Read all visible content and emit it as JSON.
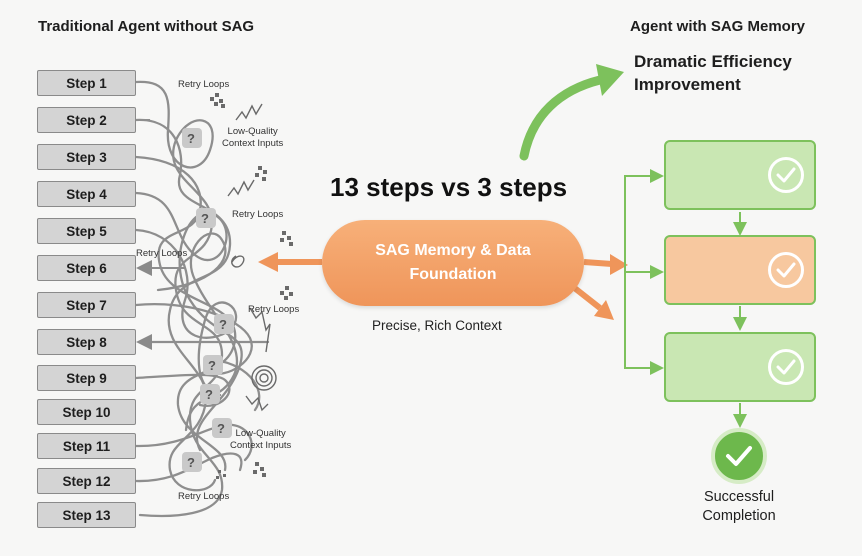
{
  "left_title": "Traditional Agent without SAG",
  "right_title": "Agent with SAG Memory",
  "steps": [
    "Step 1",
    "Step 2",
    "Step 3",
    "Step 4",
    "Step 5",
    "Step 6",
    "Step 7",
    "Step 8",
    "Step 9",
    "Step 10",
    "Step 11",
    "Step 12",
    "Step 13"
  ],
  "annotations": {
    "retry_loops": "Retry Loops",
    "low_quality": "Low-Quality\nContext Inputs"
  },
  "headline": "13 steps vs 3 steps",
  "center": {
    "line1": "SAG Memory & Data",
    "line2": "Foundation",
    "subtitle": "Precise, Rich Context"
  },
  "efficiency": {
    "line1": "Dramatic Efficiency",
    "line2": "Improvement"
  },
  "completion": {
    "line1": "Successful",
    "line2": "Completion"
  },
  "colors": {
    "green": "#7dc15c",
    "orange": "#ef955a",
    "gray": "#8a8a8a"
  }
}
